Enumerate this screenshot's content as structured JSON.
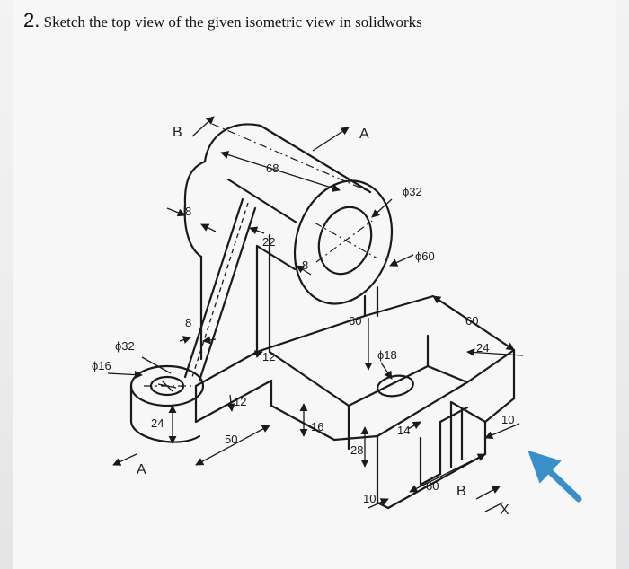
{
  "title": {
    "number": "2.",
    "text": "Sketch the top view of the given isometric view in solidworks"
  },
  "labels": {
    "section_b_top": "B",
    "section_a_top": "A",
    "section_a_bottom": "A",
    "section_b_bottom": "B",
    "view_x": "X"
  },
  "dimensions": {
    "d68": "68",
    "dia32_top": "ϕ32",
    "d8_upper": "8",
    "d22": "22",
    "d8_mid": "8",
    "dia60": "ϕ60",
    "d8_rib": "8",
    "d60_vert": "60",
    "d60_right": "60",
    "dia32_left": "ϕ32",
    "dia16": "ϕ16",
    "d12_a": "12",
    "dia18": "ϕ18",
    "d24_right": "24",
    "d12_b": "12",
    "d24_left": "24",
    "d16": "16",
    "d14": "14",
    "d10_right": "10",
    "d50": "50",
    "d28": "28",
    "d10_bottom": "10",
    "d60_bottom": "60"
  },
  "colors": {
    "arrow": "#3b8fc9",
    "ink": "#1a1a1a"
  }
}
